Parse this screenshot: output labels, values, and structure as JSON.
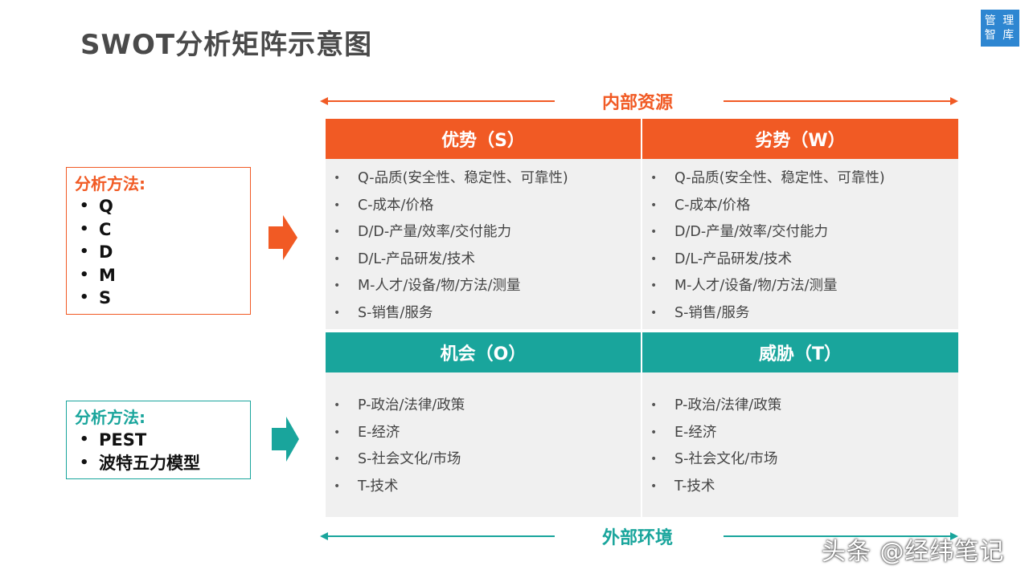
{
  "title": "SWOT分析矩阵示意图",
  "logo": {
    "line1": "管 理",
    "line2": "智 库"
  },
  "methods": {
    "internal": {
      "heading": "分析方法:",
      "items": [
        "Q",
        "C",
        "D",
        "M",
        "S"
      ]
    },
    "external": {
      "heading": "分析方法:",
      "items": [
        "PEST",
        "波特五力模型"
      ]
    }
  },
  "axes": {
    "internal": "内部资源",
    "external": "外部环境"
  },
  "matrix": {
    "strengths": {
      "heading": "优势（S）",
      "items": [
        "Q-品质(安全性、稳定性、可靠性)",
        "C-成本/价格",
        "D/D-产量/效率/交付能力",
        "D/L-产品研发/技术",
        "M-人才/设备/物/方法/测量",
        "S-销售/服务"
      ]
    },
    "weaknesses": {
      "heading": "劣势（W）",
      "items": [
        "Q-品质(安全性、稳定性、可靠性)",
        "C-成本/价格",
        "D/D-产量/效率/交付能力",
        "D/L-产品研发/技术",
        "M-人才/设备/物/方法/测量",
        "S-销售/服务"
      ]
    },
    "opportunities": {
      "heading": "机会（O）",
      "items": [
        "P-政治/法律/政策",
        "E-经济",
        "S-社会文化/市场",
        "T-技术"
      ]
    },
    "threats": {
      "heading": "威胁（T）",
      "items": [
        "P-政治/法律/政策",
        "E-经济",
        "S-社会文化/市场",
        "T-技术"
      ]
    }
  },
  "watermark": "头条 @经纬笔记",
  "colors": {
    "orange": "#f15a24",
    "teal": "#19a59c",
    "logo": "#2e86d1"
  }
}
